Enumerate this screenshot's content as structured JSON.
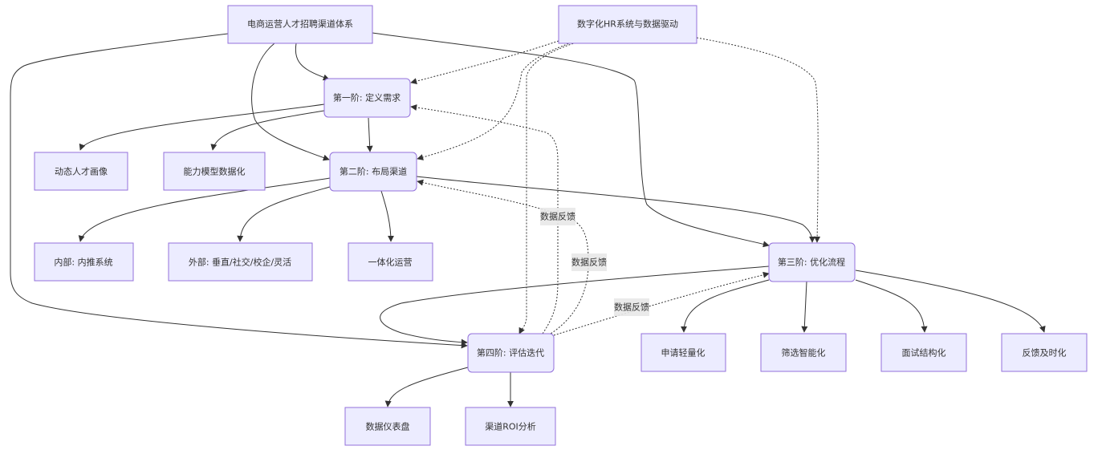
{
  "diagram": {
    "type": "flowchart",
    "colors": {
      "node_fill": "#ECECFF",
      "node_border": "#9370DB",
      "edge": "#333333",
      "label_bg": "#e8e8e8"
    },
    "nodes": {
      "root": "电商运营人才招聘渠道体系",
      "hr": "数字化HR系统与数据驱动",
      "s1": "第一阶: 定义需求",
      "s2": "第二阶: 布局渠道",
      "s3": "第三阶: 优化流程",
      "s4": "第四阶: 评估迭代",
      "s1a": "动态人才画像",
      "s1b": "能力模型数据化",
      "s2a": "内部: 内推系统",
      "s2b": "外部: 垂直/社交/校企/灵活",
      "s2c": "一体化运营",
      "s3a": "申请轻量化",
      "s3b": "筛选智能化",
      "s3c": "面试结构化",
      "s3d": "反馈及时化",
      "s4a": "数据仪表盘",
      "s4b": "渠道ROI分析"
    },
    "edge_labels": {
      "feedback1": "数据反馈",
      "feedback2": "数据反馈",
      "feedback3": "数据反馈"
    },
    "edges": [
      {
        "from": "root",
        "to": "s1",
        "style": "solid"
      },
      {
        "from": "root",
        "to": "s2",
        "style": "solid"
      },
      {
        "from": "root",
        "to": "s3",
        "style": "solid"
      },
      {
        "from": "root",
        "to": "s4",
        "style": "solid"
      },
      {
        "from": "s1",
        "to": "s1a",
        "style": "solid"
      },
      {
        "from": "s1",
        "to": "s1b",
        "style": "solid"
      },
      {
        "from": "s1",
        "to": "s2",
        "style": "solid"
      },
      {
        "from": "s2",
        "to": "s2a",
        "style": "solid"
      },
      {
        "from": "s2",
        "to": "s2b",
        "style": "solid"
      },
      {
        "from": "s2",
        "to": "s2c",
        "style": "solid"
      },
      {
        "from": "s2",
        "to": "s3",
        "style": "solid"
      },
      {
        "from": "s3",
        "to": "s3a",
        "style": "solid"
      },
      {
        "from": "s3",
        "to": "s3b",
        "style": "solid"
      },
      {
        "from": "s3",
        "to": "s3c",
        "style": "solid"
      },
      {
        "from": "s3",
        "to": "s3d",
        "style": "solid"
      },
      {
        "from": "s3",
        "to": "s4",
        "style": "solid"
      },
      {
        "from": "s4",
        "to": "s4a",
        "style": "solid"
      },
      {
        "from": "s4",
        "to": "s4b",
        "style": "solid"
      },
      {
        "from": "hr",
        "to": "s1",
        "style": "dotted"
      },
      {
        "from": "hr",
        "to": "s2",
        "style": "dotted"
      },
      {
        "from": "hr",
        "to": "s3",
        "style": "dotted"
      },
      {
        "from": "hr",
        "to": "s4",
        "style": "dotted"
      },
      {
        "from": "s4",
        "to": "s1",
        "style": "dotted",
        "label": "数据反馈"
      },
      {
        "from": "s4",
        "to": "s2",
        "style": "dotted",
        "label": "数据反馈"
      },
      {
        "from": "s4",
        "to": "s3",
        "style": "dotted",
        "label": "数据反馈"
      }
    ]
  }
}
